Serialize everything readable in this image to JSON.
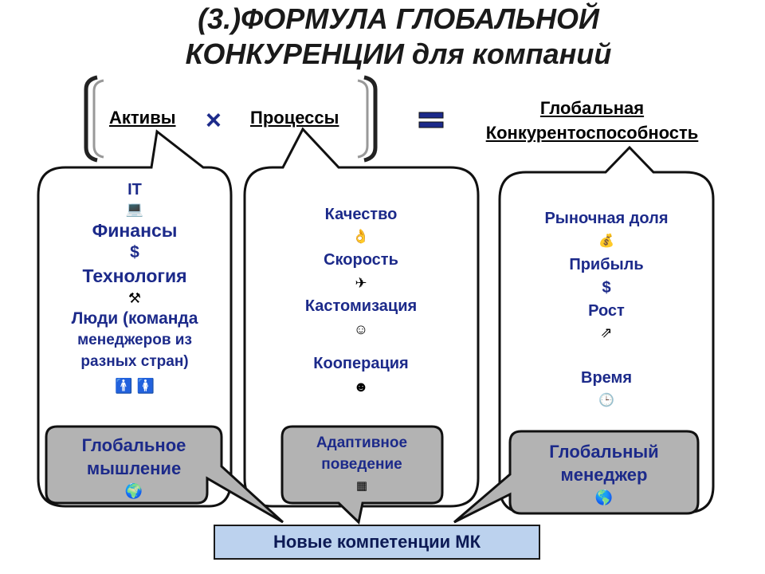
{
  "title": {
    "line1": "(3.)ФОРМУЛА ГЛОБАЛЬНОЙ",
    "line2": "КОНКУРЕНЦИИ для компаний"
  },
  "formula": {
    "term1": "Активы",
    "operator_times": "×",
    "term2": "Процессы",
    "operator_equals": "=",
    "result_line1": "Глобальная",
    "result_line2": "Конкурентоспособность"
  },
  "assets_column": {
    "item1": "IT",
    "item1_icon": "💻",
    "item2": "Финансы",
    "item2_icon": "$",
    "item3": "Технология",
    "item3_icon": "⚒",
    "item4_line1": "Люди (команда",
    "item4_line2": "менеджеров из",
    "item4_line3": "разных стран)",
    "item4_icon": "🚹 🚺",
    "sub_box": "Глобальное мышление",
    "sub_box_icon": "🌍"
  },
  "processes_column": {
    "item1": "Качество",
    "item1_icon": "👌",
    "item2": "Скорость",
    "item2_icon": "✈",
    "item3": "Кастомизация",
    "item3_icon": "☺",
    "item4": "Кооперация",
    "item4_icon": "☻",
    "sub_box_line1": "Адаптивное",
    "sub_box_line2": "поведение",
    "sub_box_icon": "▦"
  },
  "competitiveness_column": {
    "item1": "Рыночная доля",
    "item1_icon": "💰",
    "item2": "Прибыль",
    "item2_icon": "$",
    "item3": "Рост",
    "item3_icon": "⇗",
    "item4": "Время",
    "item4_icon": "🕒",
    "sub_box_line1": "Глобальный",
    "sub_box_line2": "менеджер",
    "sub_box_icon": "🌎"
  },
  "bottom_box": "Новые компетенции МК",
  "colors": {
    "text_blue": "#1c2a8a",
    "operator_blue": "#1c2a8a",
    "grey_box": "#b3b3b3",
    "bottom_box": "#bcd2ee"
  }
}
